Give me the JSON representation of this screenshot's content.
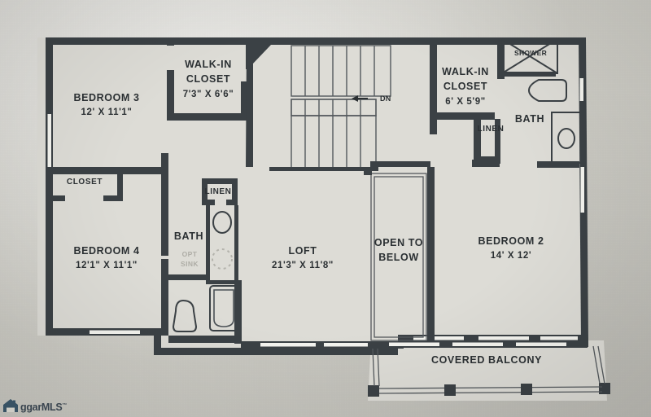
{
  "document": {
    "type": "floor-plan",
    "level_description": "Second floor / upper level residential floor plan"
  },
  "watermark": {
    "text": "ggarMLS",
    "trademark": "™",
    "icon": "house-logo-icon"
  },
  "rooms": [
    {
      "id": "bedroom3",
      "name": "BEDROOM 3",
      "dimensions": "12' X 11'1\""
    },
    {
      "id": "walkin1",
      "name": "WALK-IN\nCLOSET",
      "name_line1": "WALK-IN",
      "name_line2": "CLOSET",
      "dimensions": "7'3\" X 6'6\""
    },
    {
      "id": "walkin2",
      "name_line1": "WALK-IN",
      "name_line2": "CLOSET",
      "dimensions": "6' X 5'9\""
    },
    {
      "id": "bedroom4",
      "name": "BEDROOM 4",
      "dimensions": "12'1\" X 11'1\""
    },
    {
      "id": "bedroom2",
      "name": "BEDROOM 2",
      "dimensions": "14' X 12'"
    },
    {
      "id": "loft",
      "name": "LOFT",
      "dimensions": "21'3\" X 11'8\""
    },
    {
      "id": "open_below",
      "name_line1": "OPEN TO",
      "name_line2": "BELOW"
    },
    {
      "id": "balcony",
      "name": "COVERED BALCONY"
    }
  ],
  "labels": {
    "closet": "CLOSET",
    "linen_left": "LINEN",
    "linen_right": "LINEN",
    "bath_left": "BATH",
    "bath_right": "BATH",
    "shower": "SHOWER",
    "opt_sink_line1": "OPT",
    "opt_sink_line2": "SINK",
    "stair_direction": "DN"
  },
  "fixtures": [
    {
      "name": "toilet-left-bath",
      "type": "toilet"
    },
    {
      "name": "sink-left-bath",
      "type": "sink"
    },
    {
      "name": "optional-sink-left-bath",
      "type": "optional-sink"
    },
    {
      "name": "bathtub-left-bath",
      "type": "bathtub"
    },
    {
      "name": "shower-right-bath",
      "type": "shower"
    },
    {
      "name": "toilet-right-bath",
      "type": "toilet"
    },
    {
      "name": "vanity-sink-right-bath",
      "type": "vanity"
    },
    {
      "name": "staircase",
      "type": "stairs"
    }
  ],
  "colors": {
    "wall": "#3b4145",
    "floor_fill": "#dddcd6",
    "paper": "#cfcec7",
    "text": "#2b3033",
    "optional_text": "#aeada6",
    "window": "#f4f4ef"
  }
}
